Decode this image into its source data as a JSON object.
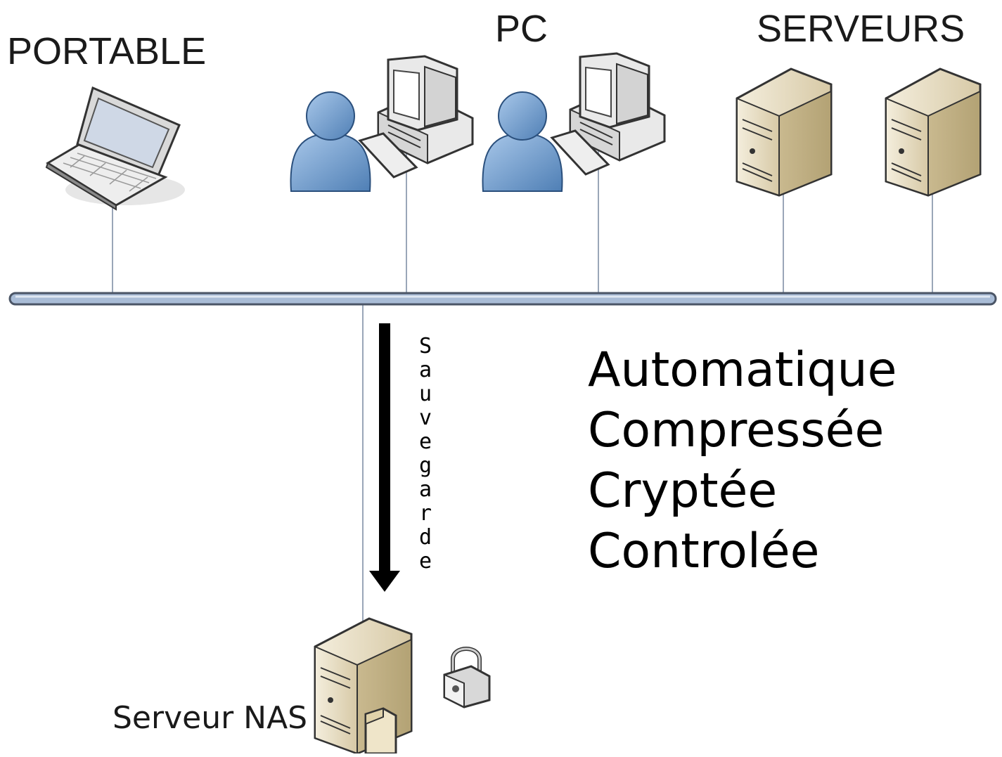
{
  "labels": {
    "portable": "PORTABLE",
    "pc": "PC",
    "serveurs": "SERVEURS",
    "nas": "Serveur NAS"
  },
  "arrow_label": "Sauvegarde",
  "features": [
    "Automatique",
    "Compressée",
    "Cryptée",
    "Controlée"
  ],
  "colors": {
    "bus": "#a9bcd6",
    "person": "#6f9ccc",
    "server": "#e6dcc4",
    "arrow": "#000000"
  },
  "icons": [
    "laptop-icon",
    "person-icon",
    "desktop-pc-icon",
    "server-tower-icon",
    "padlock-icon",
    "folder-icon",
    "arrow-down-icon"
  ]
}
